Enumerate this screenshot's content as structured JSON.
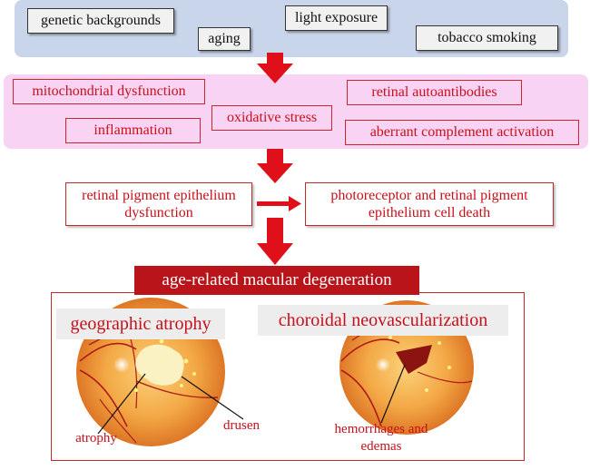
{
  "risk_factors": {
    "genetic": "genetic backgrounds",
    "light": "light exposure",
    "aging": "aging",
    "smoking": "tobacco smoking"
  },
  "mechanisms": {
    "mito": "mitochondrial dysfunction",
    "autoab": "retinal autoantibodies",
    "oxidative": "oxidative stress",
    "inflammation": "inflammation",
    "complement": "aberrant complement activation"
  },
  "rpe": {
    "dysfunction": "retinal pigment epithelium\ndysfunction",
    "death": "photoreceptor and retinal pigment\nepithelium cell death"
  },
  "amd": {
    "title": "age-related macular degeneration",
    "ga_title": "geographic atrophy",
    "cnv_title": "choroidal neovascularization",
    "atrophy": "atrophy",
    "drusen": "drusen",
    "hemorrhages": "hemorrhages and\nedemas"
  },
  "colors": {
    "accent_red": "#c8101a",
    "arrow_red": "#e0101a",
    "banner_red": "#b8141a",
    "blue_panel": "#c9d5ea",
    "pink_panel": "#f9d3f3",
    "fundus_orange": "#f0a040"
  }
}
